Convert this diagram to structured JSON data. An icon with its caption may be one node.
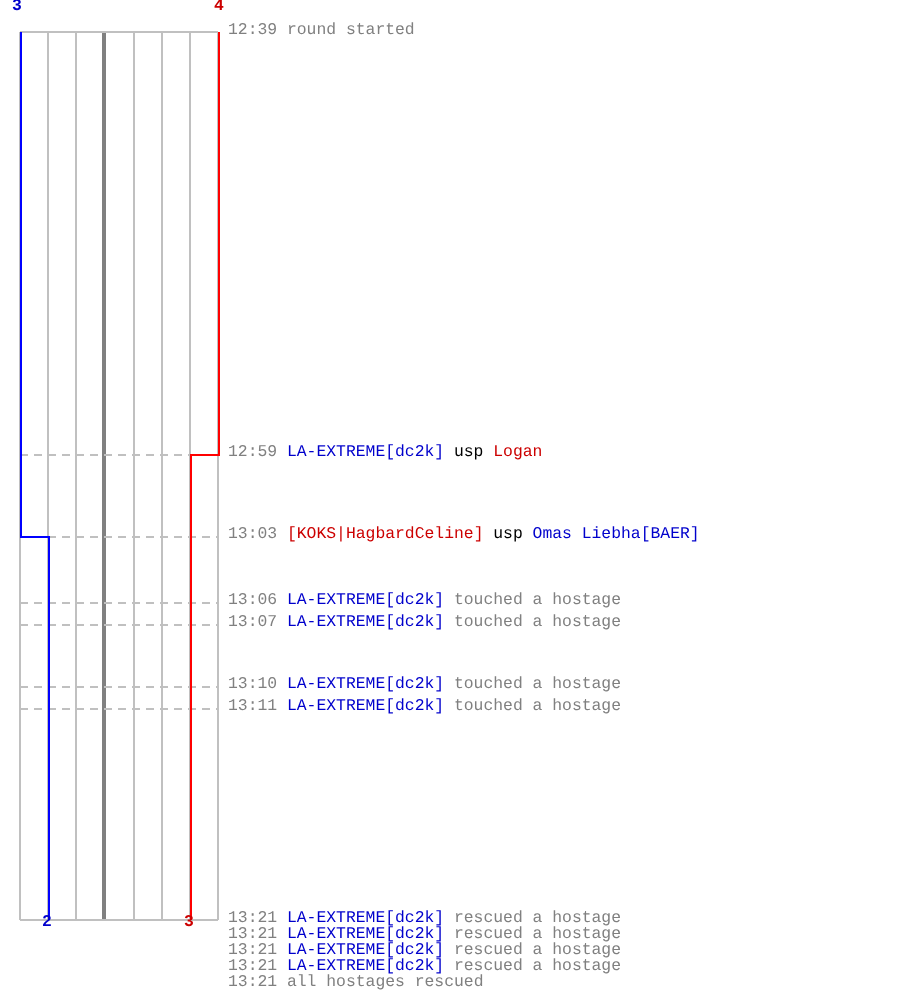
{
  "diagram": {
    "labels": [
      "3",
      "4",
      "12:39",
      "round started",
      "12:59",
      "LA-EXTREME[dc2k]",
      "usp",
      "Logan",
      "13:03",
      "[KOKS|HagbardCeline]",
      "usp",
      "Omas Liebha[BAER]",
      "13:06",
      "LA-EXTREME[dc2k]",
      "touched a hostage",
      "13:07",
      "LA-EXTREME[dc2k]",
      "touched a hostage",
      "13:10",
      "LA-EXTREME[dc2k]",
      "touched a hostage",
      "13:11",
      "LA-EXTREME[dc2k]",
      "touched a hostage",
      "2",
      "3",
      "13:21",
      "LA-EXTREME[dc2k]",
      "rescued a hostage",
      "13:21",
      "LA-EXTREME[dc2k]",
      "rescued a hostage",
      "13:21",
      "LA-EXTREME[dc2k]",
      "rescued a hostage",
      "13:21",
      "LA-EXTREME[dc2k]",
      "rescued a hostage",
      "13:21",
      "all hostages rescued"
    ]
  }
}
